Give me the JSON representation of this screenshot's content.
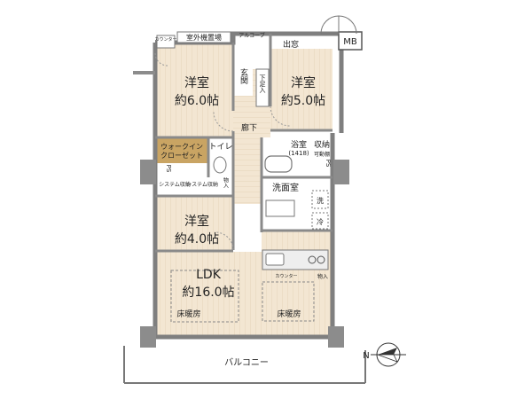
{
  "rooms": {
    "western_6": {
      "name": "洋室",
      "size": "約6.0帖"
    },
    "western_5": {
      "name": "洋室",
      "size": "約5.0帖"
    },
    "western_4": {
      "name": "洋室",
      "size": "約4.0帖"
    },
    "ldk": {
      "name": "LDK",
      "size": "約16.0帖"
    }
  },
  "labels": {
    "counter_top": "カウンター",
    "outdoor_unit": "室外機置場",
    "alcove": "アルコーブ",
    "bay_window": "出窓",
    "mb": "MB",
    "entrance": "玄関",
    "shoe_cabinet": "下足入",
    "hallway": "廊下",
    "walk_in_1": "ウォークイン",
    "walk_in_2": "クローゼット",
    "toilet": "トイレ",
    "bath": "浴室",
    "bath_size": "(1418)",
    "storage": "収納",
    "movable_shelf": "可動棚",
    "ps_left": "PS",
    "ps_right": "PS",
    "system_storage_1": "システム収納",
    "system_storage_2": "システム収納",
    "items_1": "物入",
    "washroom": "洗面室",
    "wash": "洗",
    "fridge": "冷",
    "counter_kitchen": "カウンター",
    "items_2": "物入",
    "floor_heat_left": "床暖房",
    "floor_heat_right": "床暖房",
    "balcony": "バルコニー",
    "north": "N"
  },
  "colors": {
    "wall": "#7f7f7f",
    "wood_floor": "#f1e4d0",
    "tile_floor": "#ffffff",
    "wic_floor": "#c9a463"
  }
}
